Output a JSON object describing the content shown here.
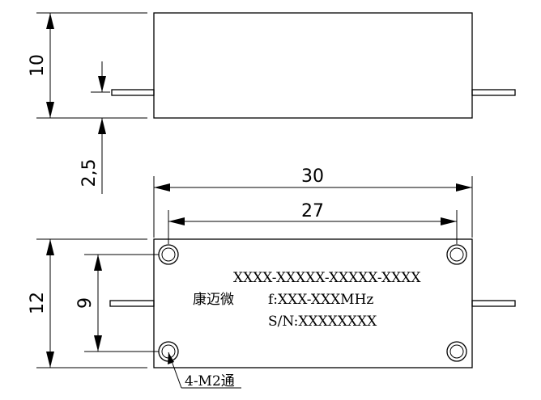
{
  "dimensions": {
    "side_height": "10",
    "pin_offset": "2,5",
    "length_overall": "30",
    "hole_spacing_x": "27",
    "height_top": "12",
    "hole_spacing_y": "9"
  },
  "labels": {
    "part_number": "XXXX-XXXXX-XXXXX-XXXX",
    "company": "康迈微",
    "frequency": "f:XXX-XXXMHz",
    "serial": "S/N:XXXXXXXX",
    "mounting_holes": "4-M2通"
  }
}
